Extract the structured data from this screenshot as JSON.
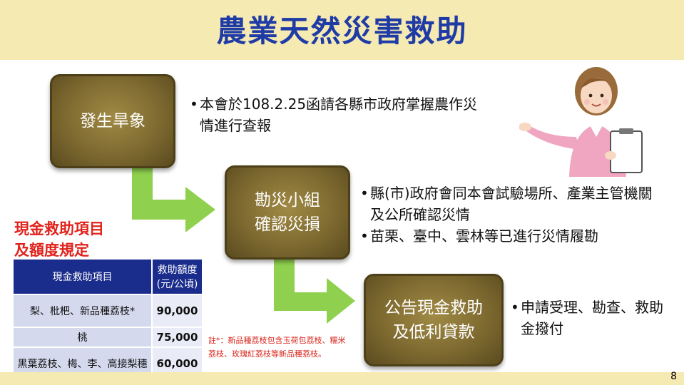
{
  "title": "農業天然災害救助",
  "page_number": "8",
  "steps": [
    {
      "line1": "發生旱象",
      "line2": ""
    },
    {
      "line1": "勘災小組",
      "line2": "確認災損"
    },
    {
      "line1": "公告現金救助",
      "line2": "及低利貸款"
    }
  ],
  "bullets": {
    "step1": [
      "本會於108.2.25函請各縣市政府掌握農作災情進行查報"
    ],
    "step2": [
      "縣(市)政府會同本會試驗場所、產業主管機關及公所確認災情",
      "苗栗、臺中、雲林等已進行災情履勘"
    ],
    "step3": [
      "申請受理、勘查、救助金撥付"
    ]
  },
  "subhead": {
    "line1": "現金救助項目",
    "line2": "及額度規定"
  },
  "table": {
    "headers": [
      "現金救助項目",
      "救助額度(元/公頃)"
    ],
    "rows": [
      {
        "item": "梨、枇杷、新品種荔枝*",
        "amount": "90,000"
      },
      {
        "item": "桃",
        "amount": "75,000"
      },
      {
        "item": "黑葉荔枝、梅、李、高接梨穗",
        "amount": "60,000"
      }
    ]
  },
  "note": "註*：新品種荔枝包含玉荷包荔枝、糯米荔枝、玫瑰紅荔枝等新品種荔枝。",
  "colors": {
    "title": "#1f3ba6",
    "band": "#f6eab3",
    "step_box": "#7e6a30",
    "arrow": "#8fd14f",
    "table_header": "#1a2c8c",
    "subhead": "#e0231c",
    "note": "#d9261c"
  }
}
